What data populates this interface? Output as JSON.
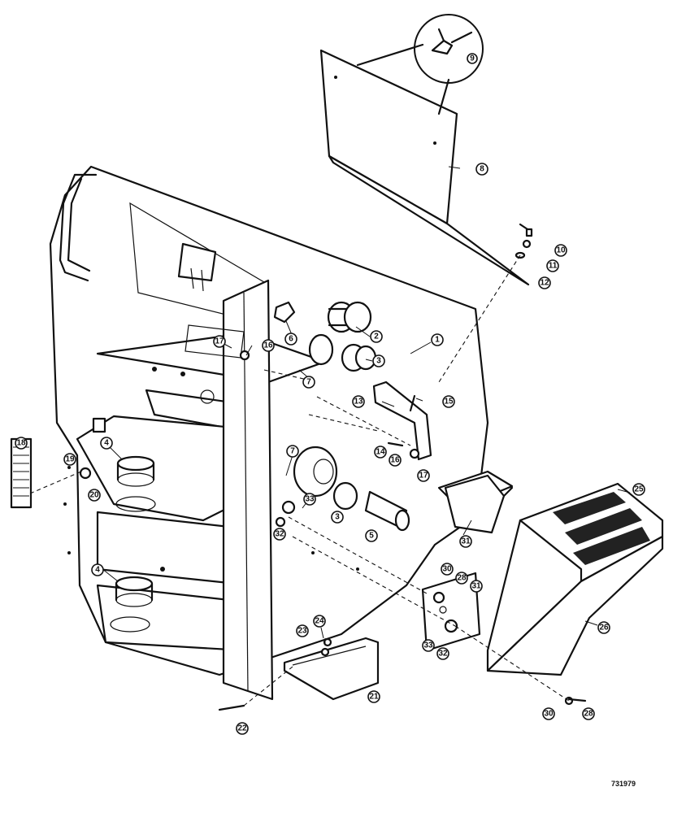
{
  "drawing_number": "731979",
  "callouts": [
    {
      "id": "c1",
      "label": "1"
    },
    {
      "id": "c2",
      "label": "2"
    },
    {
      "id": "c3a",
      "label": "3"
    },
    {
      "id": "c3b",
      "label": "3"
    },
    {
      "id": "c4a",
      "label": "4"
    },
    {
      "id": "c4b",
      "label": "4"
    },
    {
      "id": "c5",
      "label": "5"
    },
    {
      "id": "c6",
      "label": "6"
    },
    {
      "id": "c7a",
      "label": "7"
    },
    {
      "id": "c7b",
      "label": "7"
    },
    {
      "id": "c8",
      "label": "8"
    },
    {
      "id": "c9",
      "label": "9"
    },
    {
      "id": "c10",
      "label": "10"
    },
    {
      "id": "c11",
      "label": "11"
    },
    {
      "id": "c12",
      "label": "12"
    },
    {
      "id": "c13",
      "label": "13"
    },
    {
      "id": "c14",
      "label": "14"
    },
    {
      "id": "c15",
      "label": "15"
    },
    {
      "id": "c16a",
      "label": "16"
    },
    {
      "id": "c16b",
      "label": "16"
    },
    {
      "id": "c17a",
      "label": "17"
    },
    {
      "id": "c17b",
      "label": "17"
    },
    {
      "id": "c18",
      "label": "18"
    },
    {
      "id": "c19",
      "label": "19"
    },
    {
      "id": "c20",
      "label": "20"
    },
    {
      "id": "c21",
      "label": "21"
    },
    {
      "id": "c22",
      "label": "22"
    },
    {
      "id": "c23",
      "label": "23"
    },
    {
      "id": "c24",
      "label": "24"
    },
    {
      "id": "c25",
      "label": "25"
    },
    {
      "id": "c26",
      "label": "26"
    },
    {
      "id": "c28a",
      "label": "28"
    },
    {
      "id": "c28b",
      "label": "28"
    },
    {
      "id": "c30a",
      "label": "30"
    },
    {
      "id": "c30b",
      "label": "30"
    },
    {
      "id": "c31a",
      "label": "31"
    },
    {
      "id": "c31b",
      "label": "31"
    },
    {
      "id": "c32a",
      "label": "32"
    },
    {
      "id": "c32b",
      "label": "32"
    },
    {
      "id": "c33a",
      "label": "33"
    },
    {
      "id": "c33b",
      "label": "33"
    }
  ]
}
